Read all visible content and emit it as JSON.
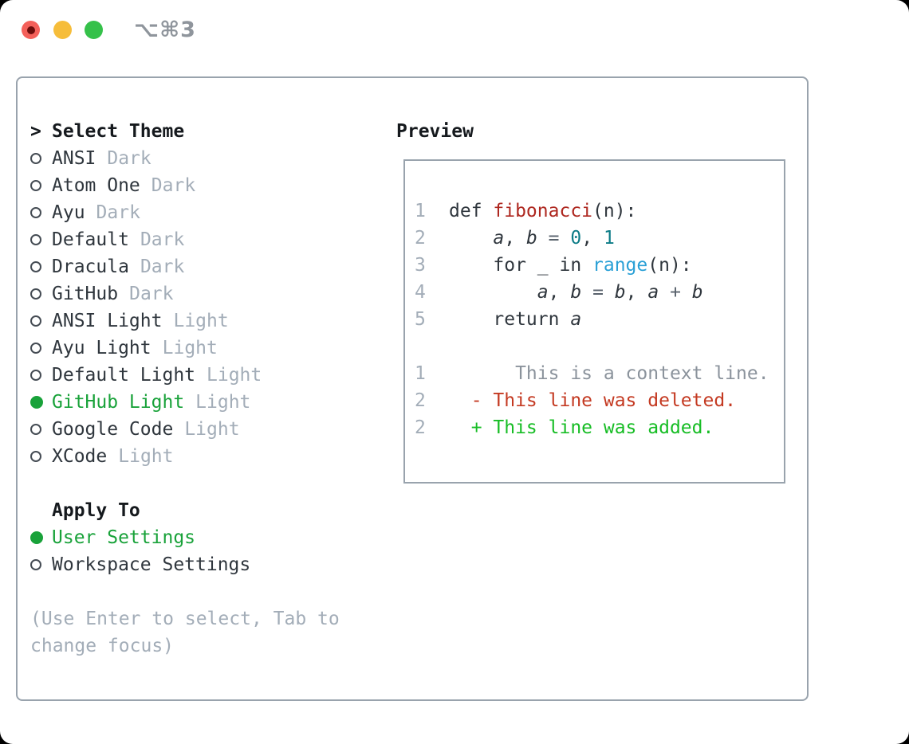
{
  "titlebar": {
    "shortcut": "⌥⌘3",
    "traffic_lights": [
      "close",
      "minimize",
      "zoom"
    ]
  },
  "theme_picker": {
    "header_marker": ">",
    "header": "Select Theme",
    "items": [
      {
        "name": "ANSI",
        "variant": "Dark",
        "selected": false
      },
      {
        "name": "Atom One",
        "variant": "Dark",
        "selected": false
      },
      {
        "name": "Ayu",
        "variant": "Dark",
        "selected": false
      },
      {
        "name": "Default",
        "variant": "Dark",
        "selected": false
      },
      {
        "name": "Dracula",
        "variant": "Dark",
        "selected": false
      },
      {
        "name": "GitHub",
        "variant": "Dark",
        "selected": false
      },
      {
        "name": "ANSI Light",
        "variant": "Light",
        "selected": false
      },
      {
        "name": "Ayu Light",
        "variant": "Light",
        "selected": false
      },
      {
        "name": "Default Light",
        "variant": "Light",
        "selected": false
      },
      {
        "name": "GitHub Light",
        "variant": "Light",
        "selected": true
      },
      {
        "name": "Google Code",
        "variant": "Light",
        "selected": false
      },
      {
        "name": "XCode",
        "variant": "Light",
        "selected": false
      }
    ],
    "apply_to": {
      "header": "Apply To",
      "options": [
        {
          "name": "User Settings",
          "selected": true
        },
        {
          "name": "Workspace Settings",
          "selected": false
        }
      ]
    },
    "help": [
      "(Use Enter to select, Tab to",
      "change focus)"
    ]
  },
  "preview": {
    "label": "Preview",
    "code_lines": [
      {
        "num": "1",
        "segs": [
          {
            "t": "def ",
            "c": "default"
          },
          {
            "t": "fibonacci",
            "c": "function"
          },
          {
            "t": "(n):",
            "c": "default"
          }
        ]
      },
      {
        "num": "2",
        "segs": [
          {
            "t": "    ",
            "c": "default"
          },
          {
            "t": "a",
            "c": "variable"
          },
          {
            "t": ", ",
            "c": "default"
          },
          {
            "t": "b",
            "c": "variable"
          },
          {
            "t": " ",
            "c": "default"
          },
          {
            "t": "=",
            "c": "operator"
          },
          {
            "t": " ",
            "c": "default"
          },
          {
            "t": "0",
            "c": "number"
          },
          {
            "t": ", ",
            "c": "default"
          },
          {
            "t": "1",
            "c": "number"
          }
        ]
      },
      {
        "num": "3",
        "segs": [
          {
            "t": "    for _ in ",
            "c": "default"
          },
          {
            "t": "range",
            "c": "builtin"
          },
          {
            "t": "(n):",
            "c": "default"
          }
        ]
      },
      {
        "num": "4",
        "segs": [
          {
            "t": "        ",
            "c": "default"
          },
          {
            "t": "a",
            "c": "variable"
          },
          {
            "t": ", ",
            "c": "default"
          },
          {
            "t": "b",
            "c": "variable"
          },
          {
            "t": " ",
            "c": "default"
          },
          {
            "t": "=",
            "c": "operator"
          },
          {
            "t": " ",
            "c": "default"
          },
          {
            "t": "b",
            "c": "variable"
          },
          {
            "t": ", ",
            "c": "default"
          },
          {
            "t": "a",
            "c": "variable"
          },
          {
            "t": " ",
            "c": "default"
          },
          {
            "t": "+",
            "c": "operator"
          },
          {
            "t": " ",
            "c": "default"
          },
          {
            "t": "b",
            "c": "variable"
          }
        ]
      },
      {
        "num": "5",
        "segs": [
          {
            "t": "    return ",
            "c": "default"
          },
          {
            "t": "a",
            "c": "variable"
          }
        ]
      },
      {
        "num": "",
        "segs": []
      },
      {
        "num": "1",
        "segs": [
          {
            "t": "      This is a context line.",
            "c": "context"
          }
        ]
      },
      {
        "num": "2",
        "segs": [
          {
            "t": "  - This line was deleted.",
            "c": "deleted"
          }
        ]
      },
      {
        "num": "2",
        "segs": [
          {
            "t": "  + This line was added.",
            "c": "added"
          }
        ]
      }
    ]
  },
  "colors": {
    "accent_green": "#19a23a",
    "text_charcoal": "#2f363d",
    "muted_gray": "#a3adb8",
    "function_red": "#ae271f",
    "number_teal": "#0d7c87",
    "builtin_blue": "#2aa0d6",
    "deleted_red": "#c43a22",
    "added_green": "#17bd25",
    "context_gray": "#8b939c",
    "panel_border": "#99a3ad",
    "traffic_red": "#f4605a",
    "traffic_yellow": "#f6bd3a",
    "traffic_green": "#35c14a"
  }
}
